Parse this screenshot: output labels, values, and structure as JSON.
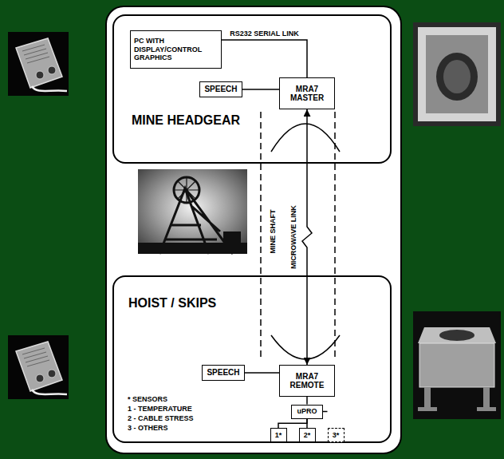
{
  "diagram": {
    "nodes": [
      {
        "text": [
          "MINE HEADGEAR"
        ]
      },
      {
        "text": [
          "PC WITH DISPLAY/CONTROL GRAPHICS"
        ],
        "in": 0
      },
      {
        "text": [
          "SPEECH"
        ],
        "in": 0
      },
      {
        "text": [
          "MRA7 MASTER"
        ],
        "in": 0
      },
      {
        "text": [
          "HOIST / SKIPS"
        ]
      },
      {
        "text": [
          "SPEECH"
        ],
        "in": 4
      },
      {
        "text": [
          "MRA7 REMOTE"
        ],
        "in": 4
      },
      {
        "text": [
          "uPRO"
        ],
        "in": 4
      },
      {
        "text": [
          "1*"
        ],
        "in": 4
      },
      {
        "text": [
          "2*"
        ],
        "in": 4
      },
      {
        "text": [
          "3*"
        ],
        "in": 4
      }
    ],
    "edges": [
      {
        "from": 1,
        "to": 3,
        "label": "RS232 SERIAL LINK",
        "arrow": "none"
      },
      {
        "from": 2,
        "to": 3,
        "arrow": "none"
      },
      {
        "from": 3,
        "to": 6,
        "label": "MICROWAVE LINK",
        "arrow": "both"
      },
      {
        "from": 5,
        "to": 6,
        "arrow": "none"
      },
      {
        "from": 6,
        "to": 7,
        "arrow": "none"
      },
      {
        "from": 7,
        "to": 8,
        "arrow": "none"
      },
      {
        "from": 7,
        "to": 9,
        "arrow": "none"
      },
      {
        "from": 7,
        "to": 10,
        "arrow": "none"
      }
    ],
    "labels": [
      "MINE SHAFT",
      "* SENSORS",
      "1 - TEMPERATURE",
      "2 - CABLE STRESS",
      "3 - OTHERS"
    ]
  }
}
